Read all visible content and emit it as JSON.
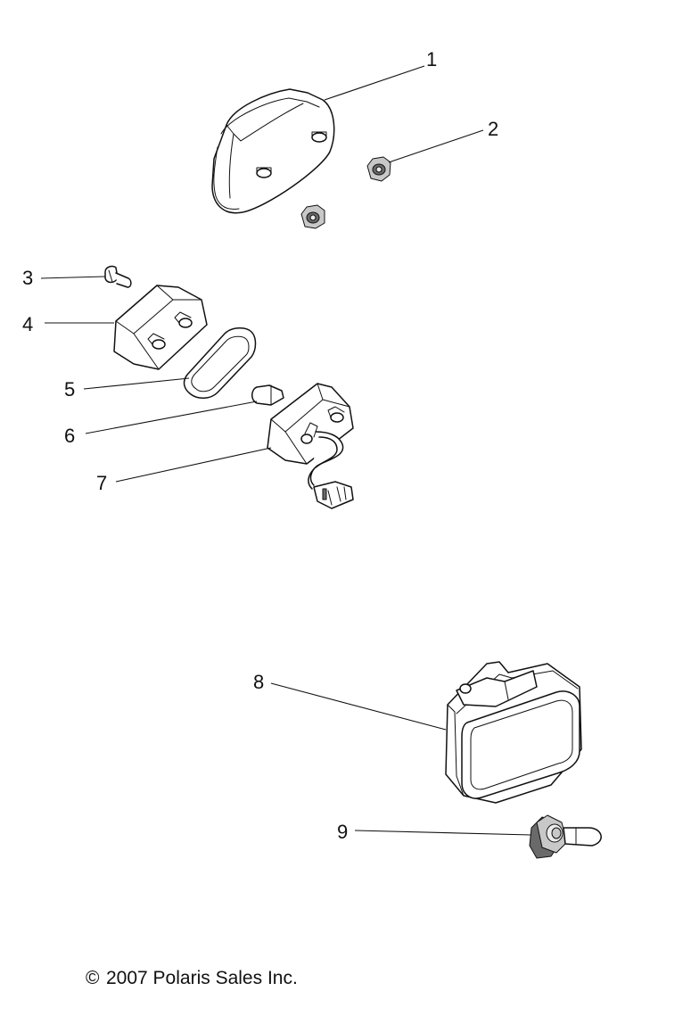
{
  "callouts": [
    {
      "id": "1",
      "label": "1"
    },
    {
      "id": "2",
      "label": "2"
    },
    {
      "id": "3",
      "label": "3"
    },
    {
      "id": "4",
      "label": "4"
    },
    {
      "id": "5",
      "label": "5"
    },
    {
      "id": "6",
      "label": "6"
    },
    {
      "id": "7",
      "label": "7"
    },
    {
      "id": "8",
      "label": "8"
    },
    {
      "id": "9",
      "label": "9"
    }
  ],
  "copyright": {
    "symbol": "©",
    "text": "2007 Polaris Sales Inc."
  }
}
